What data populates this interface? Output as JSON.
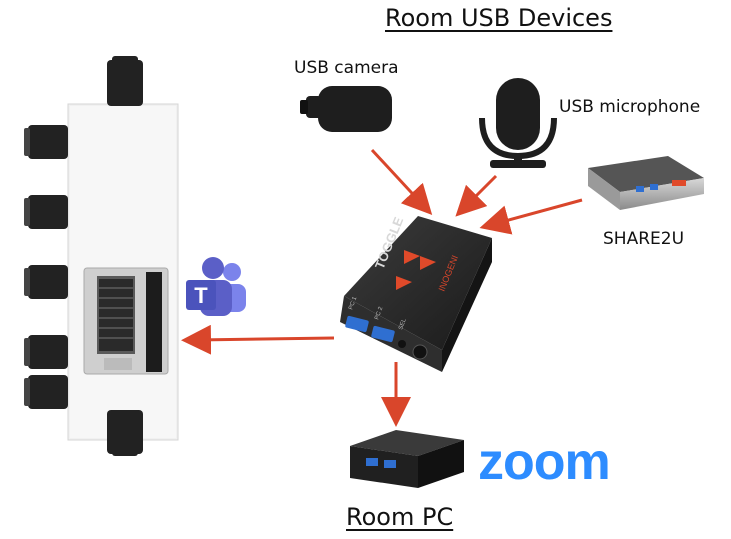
{
  "labels": {
    "title_top": "Room USB Devices",
    "title_bottom": "Room PC",
    "usb_camera": "USB camera",
    "usb_microphone": "USB microphone",
    "share2u": "SHARE2U",
    "zoom": "zoom"
  },
  "device_text": {
    "brand": "TOGGLE",
    "maker": "INOGENI",
    "port1": "PC 1",
    "port2": "PC 2",
    "sel": "SEL"
  },
  "icons": {
    "table": "conference-table-icon",
    "laptop": "laptop-icon",
    "teams": "microsoft-teams-logo",
    "camera": "usb-camera-icon",
    "microphone": "usb-microphone-icon",
    "share2u": "share2u-device-icon",
    "toggle": "toggle-switch-device-icon",
    "room_pc": "mini-pc-icon"
  },
  "colors": {
    "arrow": "#d9462b",
    "zoom": "#2d8cff",
    "teams": "#5b5fc7",
    "usb_port": "#2f6fd1"
  }
}
